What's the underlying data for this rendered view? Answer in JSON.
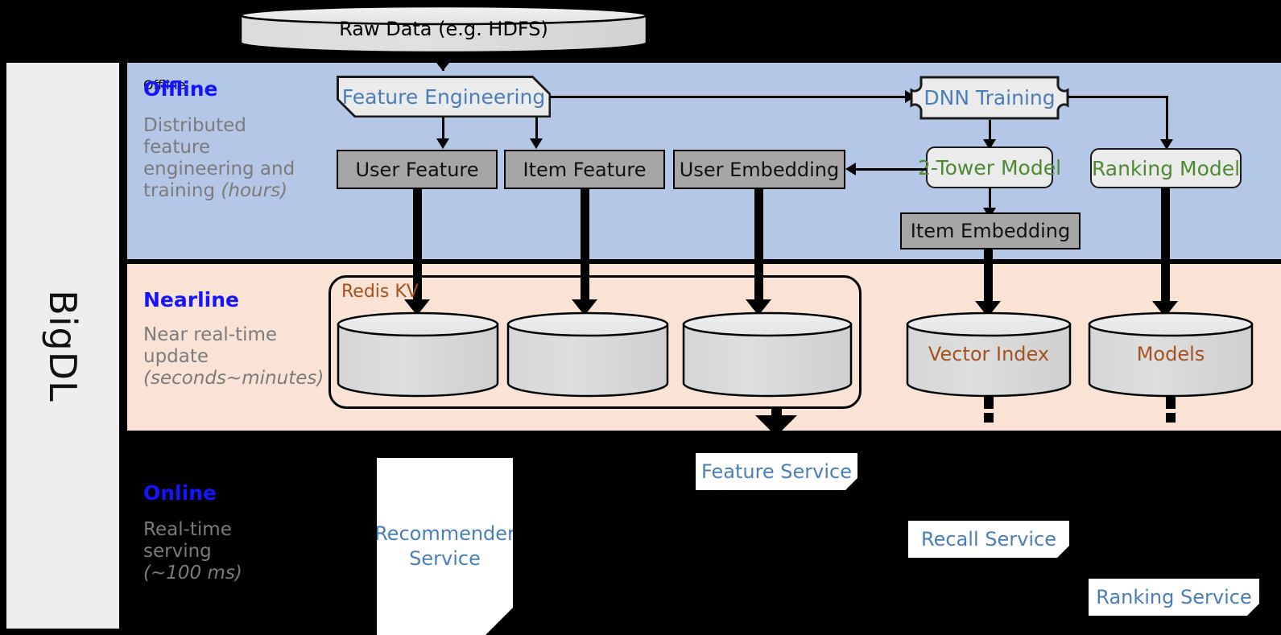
{
  "framework": {
    "name": "BigDL"
  },
  "source": {
    "label": "Raw Data (e.g. HDFS)"
  },
  "bands": {
    "offline": {
      "title": "Offline",
      "subtitle_line1": "Distributed",
      "subtitle_line2": "feature",
      "subtitle_line3": "engineering and",
      "subtitle_line4": "training ",
      "subtitle_emphasis": "(hours)",
      "bg_color": "#b4c7e7"
    },
    "nearline": {
      "title": "Nearline",
      "subtitle_line1": "Near real-time",
      "subtitle_line2": "update",
      "subtitle_emphasis": "(seconds~minutes)",
      "bg_color": "#fae3d4"
    },
    "online": {
      "title": "Online",
      "subtitle_line1": "Real-time",
      "subtitle_line2": "serving",
      "subtitle_emphasis": "(~100 ms)",
      "bg_color": "#000000"
    }
  },
  "offline_nodes": {
    "feature_engineering": "Feature Engineering",
    "dnn_training": "DNN Training",
    "user_feature": "User Feature",
    "item_feature": "Item Feature",
    "user_embedding": "User Embedding",
    "two_tower_model": "2-Tower Model",
    "ranking_model": "Ranking Model",
    "item_embedding": "Item Embedding"
  },
  "nearline_nodes": {
    "redis_kv": "Redis KV",
    "store_user_feature": "",
    "store_item_feature": "",
    "store_user_embedding": "",
    "vector_index": "Vector Index",
    "models": "Models"
  },
  "online_nodes": {
    "recommender_service": "Recommender\nService",
    "recommender_service_l1": "Recommender",
    "recommender_service_l2": "Service",
    "feature_service": "Feature Service",
    "recall_service": "Recall Service",
    "ranking_service": "Ranking Service"
  },
  "colors": {
    "blue_text": "#4a7ebb",
    "green_text": "#4e8a32",
    "brown_text": "#a3521d",
    "band_label_blue": "#1414ff",
    "gray_box": "#a6a6a6",
    "light_box": "#ebebeb",
    "rail_bg": "#eeeeee"
  }
}
